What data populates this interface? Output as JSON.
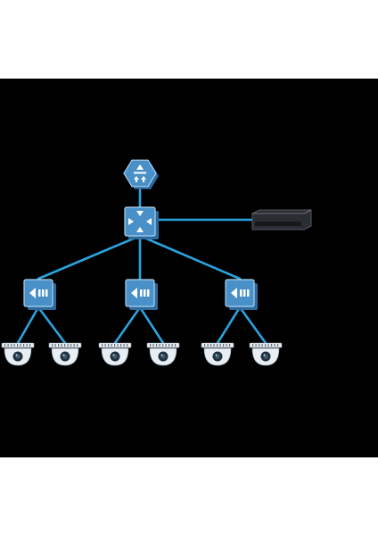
{
  "colors": {
    "page_background": "#ffffff",
    "canvas_background": "#000000",
    "link_color": "#2aa3de",
    "device_face": "#4a90c8",
    "device_side": "#2e6a9e",
    "device_edge": "#a9d2f0",
    "camera_body": "#e8eef4",
    "camera_lens": "#20323f",
    "nvr_body": "#2a2d33"
  },
  "nodes": [
    {
      "id": "router",
      "icon": "router-icon"
    },
    {
      "id": "core-switch",
      "icon": "core-switch-icon"
    },
    {
      "id": "nvr",
      "icon": "network-video-recorder-icon"
    },
    {
      "id": "access-switch-1",
      "icon": "access-switch-icon"
    },
    {
      "id": "access-switch-2",
      "icon": "access-switch-icon"
    },
    {
      "id": "access-switch-3",
      "icon": "access-switch-icon"
    },
    {
      "id": "camera-1",
      "icon": "dome-camera-icon"
    },
    {
      "id": "camera-2",
      "icon": "dome-camera-icon"
    },
    {
      "id": "camera-3",
      "icon": "dome-camera-icon"
    },
    {
      "id": "camera-4",
      "icon": "dome-camera-icon"
    },
    {
      "id": "camera-5",
      "icon": "dome-camera-icon"
    },
    {
      "id": "camera-6",
      "icon": "dome-camera-icon"
    }
  ],
  "links": [
    {
      "from": "router",
      "to": "core-switch"
    },
    {
      "from": "core-switch",
      "to": "nvr"
    },
    {
      "from": "core-switch",
      "to": "access-switch-1"
    },
    {
      "from": "core-switch",
      "to": "access-switch-2"
    },
    {
      "from": "core-switch",
      "to": "access-switch-3"
    },
    {
      "from": "access-switch-1",
      "to": "camera-1"
    },
    {
      "from": "access-switch-1",
      "to": "camera-2"
    },
    {
      "from": "access-switch-2",
      "to": "camera-3"
    },
    {
      "from": "access-switch-2",
      "to": "camera-4"
    },
    {
      "from": "access-switch-3",
      "to": "camera-5"
    },
    {
      "from": "access-switch-3",
      "to": "camera-6"
    }
  ]
}
